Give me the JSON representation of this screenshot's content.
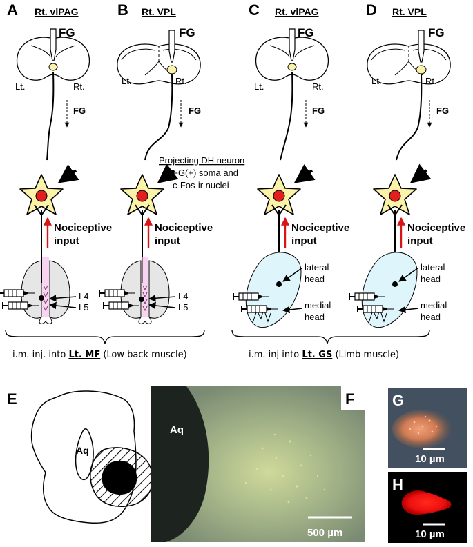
{
  "panels": {
    "A": {
      "label": "A",
      "title": "Rt. vlPAG",
      "side_left": "Lt.",
      "side_right": "Rt."
    },
    "B": {
      "label": "B",
      "title": "Rt. VPL",
      "side_left": "Lt.",
      "side_right": "Rt."
    },
    "C": {
      "label": "C",
      "title": "Rt. vlPAG",
      "side_left": "Lt.",
      "side_right": "Rt."
    },
    "D": {
      "label": "D",
      "title": "Rt. VPL",
      "side_left": "Lt.",
      "side_right": "Rt."
    },
    "E": {
      "label": "E",
      "aq": "Aq"
    },
    "F": {
      "label": "F",
      "aq": "Aq",
      "scale": "500 µm"
    },
    "G": {
      "label": "G",
      "scale": "10 µm"
    },
    "H": {
      "label": "H",
      "scale": "10 µm"
    }
  },
  "tracer": "FG",
  "tracer_arrow_label": "FG",
  "neuron_note": {
    "line1": "Projecting DH neuron",
    "line2": "FG(+) soma and",
    "line3": "c-Fos-ir nuclei"
  },
  "nociceptive": {
    "line1": "Nociceptive",
    "line2": "input"
  },
  "spinal_levels": [
    "L4",
    "L5"
  ],
  "muscle_heads": {
    "lateral": [
      "lateral",
      "head"
    ],
    "medial": [
      "medial",
      "head"
    ]
  },
  "injection_left": {
    "prefix": "i.m. inj. into ",
    "muscle": "Lt. MF",
    "suffix": " (Low back muscle)"
  },
  "injection_right": {
    "prefix": "i.m. inj into ",
    "muscle": "Lt. GS",
    "suffix": " (Limb muscle)"
  },
  "colors": {
    "fg_yellow": "#fbf3a8",
    "nucleus_red": "#e41e1e",
    "arrow_red": "#d81414",
    "dh_pink": "#f4b8e8",
    "muscle_blue": "#def6fb"
  }
}
